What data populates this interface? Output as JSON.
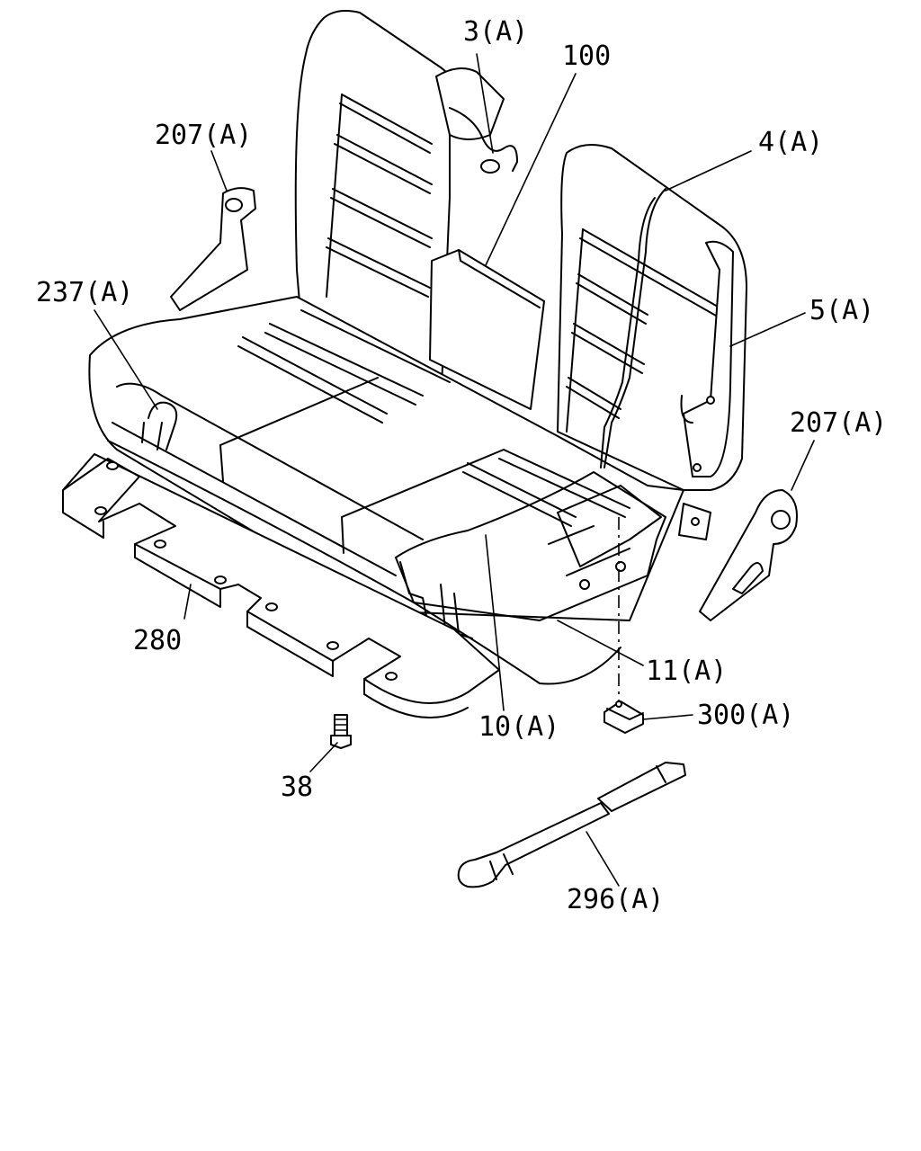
{
  "labels": {
    "part_3a": "3(A)",
    "part_100": "100",
    "part_4a": "4(A)",
    "part_207a_left": "207(A)",
    "part_207a_right": "207(A)",
    "part_237a": "237(A)",
    "part_5a": "5(A)",
    "part_280": "280",
    "part_11a": "11(A)",
    "part_10a": "10(A)",
    "part_300a": "300(A)",
    "part_38": "38",
    "part_296a": "296(A)"
  }
}
